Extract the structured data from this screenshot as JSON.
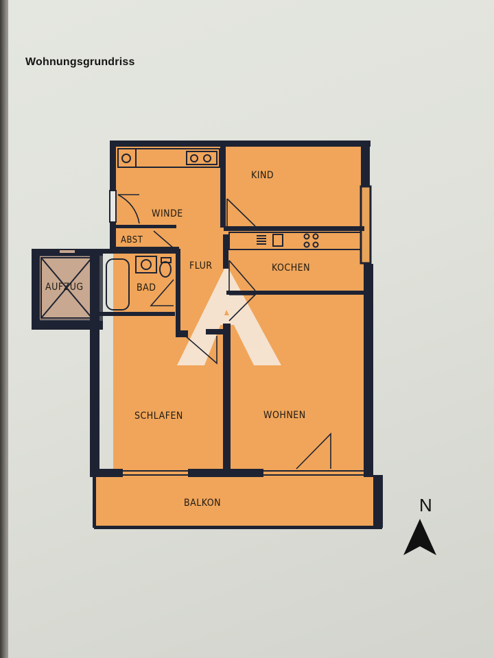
{
  "document": {
    "title": "Wohnungsgrundriss"
  },
  "rooms": {
    "kind": "KIND",
    "winde": "WINDE",
    "abst": "ABST",
    "flur": "FLUR",
    "kochen": "KOCHEN",
    "bad": "BAD",
    "aufzug": "AUFZUG",
    "schlafen": "SCHLAFEN",
    "wohnen": "WOHNEN",
    "balkon": "BALKON"
  },
  "compass": {
    "letter": "N"
  },
  "colors": {
    "floor": "#f0a55a",
    "wall": "#1e2333",
    "paper": "#e1e3dc",
    "watermark": "#f3f3f3"
  }
}
